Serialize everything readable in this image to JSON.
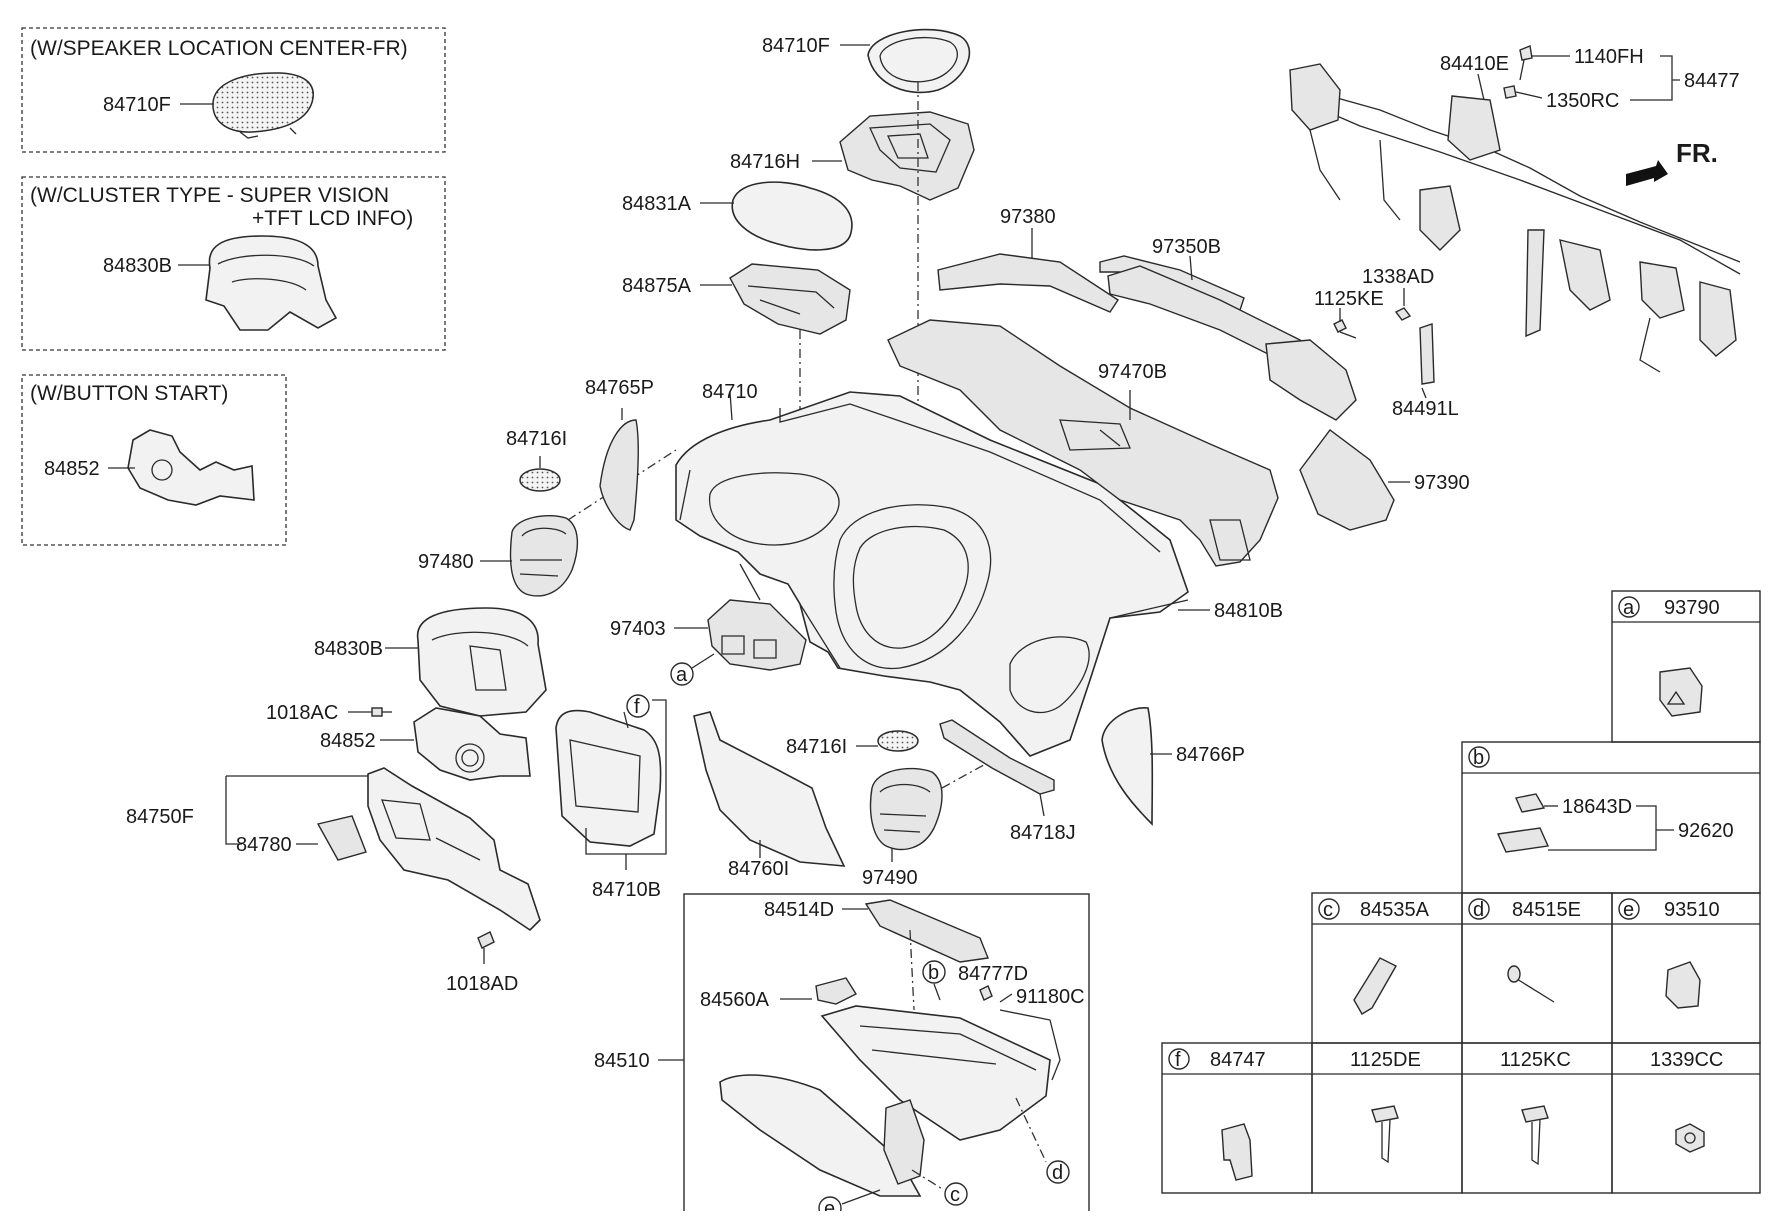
{
  "notes": {
    "speaker": "(W/SPEAKER LOCATION CENTER-FR)",
    "cluster_line1": "(W/CLUSTER TYPE - SUPER VISION",
    "cluster_line2": "+TFT LCD INFO)",
    "button": "(W/BUTTON START)"
  },
  "front_arrow": "FR.",
  "labels": {
    "p84710F_inset": "84710F",
    "p84830B_inset": "84830B",
    "p84852_inset": "84852",
    "p84710F": "84710F",
    "p84716H": "84716H",
    "p84831A": "84831A",
    "p84875A": "84875A",
    "p84765P": "84765P",
    "p84710": "84710",
    "p84716I_top": "84716I",
    "p97480": "97480",
    "p97403": "97403",
    "p84830B": "84830B",
    "p1018AC": "1018AC",
    "p84852": "84852",
    "p84750F": "84750F",
    "p84780": "84780",
    "p1018AD": "1018AD",
    "p84710B": "84710B",
    "p84760I": "84760I",
    "p84716I_mid": "84716I",
    "p97490": "97490",
    "p84718J": "84718J",
    "p84766P": "84766P",
    "p84810B": "84810B",
    "p97380": "97380",
    "p97350B": "97350B",
    "p97470B": "97470B",
    "p97390": "97390",
    "p84410E": "84410E",
    "p1140FH": "1140FH",
    "p1350RC": "1350RC",
    "p84477": "84477",
    "p1338AD": "1338AD",
    "p1125KE": "1125KE",
    "p84491L": "84491L",
    "p84514D": "84514D",
    "p84777D": "84777D",
    "p91180C": "91180C",
    "p84560A": "84560A",
    "p84510": "84510",
    "p18643D": "18643D",
    "p92620": "92620"
  },
  "callouts": {
    "a": "a",
    "b": "b",
    "c": "c",
    "d": "d",
    "e": "e",
    "f": "f"
  },
  "legend": {
    "a_letter": "a",
    "a_part": "93790",
    "b_letter": "b",
    "c_letter": "c",
    "c_part": "84535A",
    "d_letter": "d",
    "d_part": "84515E",
    "e_letter": "e",
    "e_part": "93510",
    "f_letter": "f",
    "f_part": "84747",
    "g_part": "1125DE",
    "h_part": "1125KC",
    "i_part": "1339CC"
  }
}
